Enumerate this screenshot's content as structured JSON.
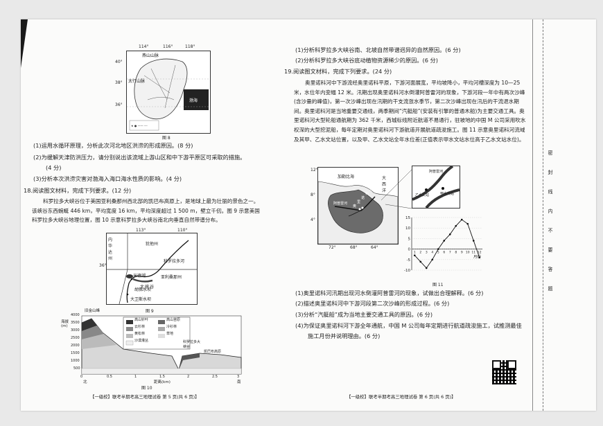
{
  "left_page": {
    "fig8": {
      "lon_labels": [
        "114°",
        "116°",
        "118°"
      ],
      "lat_labels": [
        "40°",
        "38°",
        "36°"
      ],
      "place_labels": [
        "燕山山脉",
        "太行山脉",
        "渤海"
      ],
      "caption": "图 8"
    },
    "q17_items": [
      "(1)运用水循环原理，分析此次河北地区洪涝的形成原因。(8 分)",
      "(2)为缓解天津防洪压力，请分别说出该流域上游山区和中下游平原区可采取的措施。",
      "(4 分)",
      "(3)分析本次洪涝灾害对渤海入海口海水性质的影响。(4 分)"
    ],
    "q18_title": "18.阅读图文材料，完成下列要求。(12 分)",
    "q18_para": "科罗拉多大峡谷位于美国亚利桑那州西北部的凯巴布高原上，是地球上最为壮丽的景色之一。该峡谷东西蜿蜒 446 km，平均宽度 16 km，平均深度超过 1 500 m，壁立千仞。图 9 示意美国科罗拉多大峡谷地理位置，图 10 示意科罗拉多大峡谷南北向垂直自然带谱分布。",
    "fig9": {
      "lon_labels": [
        "113°",
        "110°"
      ],
      "lat_label": "36°",
      "labels": [
        "犹他州",
        "内华达州",
        "科罗拉多河",
        "亚利桑那州",
        "米德湖",
        "大峡谷",
        "胡佛水坝",
        "大卫斯水坝",
        "大",
        "峡",
        "谷"
      ],
      "caption": "图 9"
    },
    "fig10": {
      "ylabel": "海拔(m)",
      "y_ticks": [
        "4000",
        "3500",
        "3000",
        "2500",
        "2000",
        "1500",
        "1000",
        "500"
      ],
      "x_ticks": [
        "0",
        "0.5",
        "1",
        "1.5",
        "2",
        "2.5",
        "3"
      ],
      "xlabel": "距离(km)",
      "north": "北",
      "south": "南",
      "peak_label": "旧金山峰",
      "kaibab": "凯巴布高原",
      "canyon": "科罗拉多大峡谷",
      "legend": [
        "高山针叶",
        "高山苔原",
        "云杉林",
        "冷衫林",
        "黄松林",
        "草地",
        "沙漠灌丛"
      ],
      "caption": "图 10"
    },
    "footer": "【一级校】联考半期考高三地理试卷   第 5 页(共 6 页)】"
  },
  "right_page": {
    "q18_items": [
      "(1)分析科罗拉多大峡谷南、北坡自然带谱迥异的自然原因。(6 分)",
      "(2)分析科罗拉多大峡谷底动植物资源稀少的原因。(6 分)"
    ],
    "q19_title": "19.阅读图文材料，完成下列要求。(24 分)",
    "q19_para": "奥里诺科河中下游流经奥里诺科平原，下游河面展宽，平均坡降小，平均河槽深度为 10—25 米，水位年内变幅 12 米。汛期出现奥里诺科河水倒灌阿普雷河的现象，下游河段一年中有两次沙峰(含沙量的峰值)，第一次沙峰出现在汛期的干支流涨水季节，第二次沙峰出现在汛后的干流退水期间。奥里诺科河是当地重要交通线，两季期间“汽艇船”(安装有引擎的普通木船)为主要交通工具。奥里诺科河大型轮船通航期为 362 千米，西城标线附近航道不易通行，驻坡地的中国 M 公司采用吹水权深的大型挖泥船，每年定期对奥里诺科河下游航道开展航道疏浚施工。图 11 示意奥里诺科河流域及其甲、乙水文站位置，以及甲、乙水文站全年水位差(正值表示甲水文站水位高于乙水文站水位)。",
    "fig11": {
      "map_labels": [
        "加勒比海",
        "大西洋",
        "阿普雷河",
        "奥",
        "里",
        "诺",
        "科",
        "河"
      ],
      "lat_labels": [
        "12°",
        "8°",
        "4°"
      ],
      "lon_labels": [
        "72°",
        "68°",
        "64°"
      ],
      "inset_labels": [
        "阿普雷河",
        "乙水文站",
        "甲水文站"
      ],
      "caption": "图 11"
    },
    "q19_items": [
      "(1)奥里诺科河汛期出现河水倒灌阿普雷河的现象，试做出合理解释。(6 分)",
      "(2)描述奥里诺科河中下游河段第二次沙峰的形成过程。(6 分)",
      "(3)分析“汽艇船”成为当地主要交通工具的原因。(6 分)",
      "(4)为保证奥里诺科河下游全年通航，中国 M 公司每年定期进行航道疏浚施工，试推测最佳",
      "施工月份并说明理由。(6 分)"
    ],
    "footer": "【一级校】联考半期考高三地理试卷   第 6 页(共 6 页)】"
  },
  "chart_data": {
    "type": "line",
    "x": [
      1,
      2,
      3,
      4,
      5,
      6,
      7,
      8,
      9,
      10,
      11,
      12
    ],
    "series": [
      {
        "values": [
          -3,
          -6,
          -9,
          -5,
          0,
          4,
          7,
          11,
          14,
          12,
          4,
          -4
        ]
      }
    ],
    "xlabel": "月份",
    "ylabel": "",
    "ylim": [
      -10,
      15
    ],
    "y_ticks": [
      "15",
      "10",
      "5",
      "0",
      "-5",
      "-10"
    ],
    "x_ticks": [
      "1",
      "2",
      "3",
      "4",
      "5",
      "6",
      "7",
      "8",
      "9",
      "10",
      "11",
      "12"
    ]
  },
  "binding_strip": [
    "密",
    "封",
    "线",
    "内",
    "不",
    "要",
    "答",
    "题"
  ]
}
